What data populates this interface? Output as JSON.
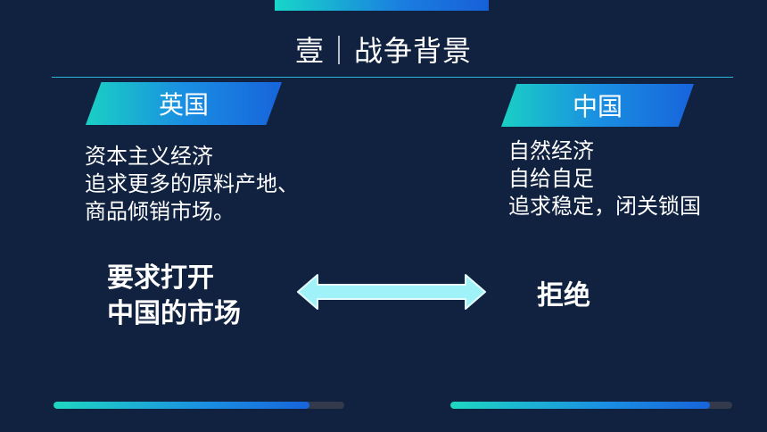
{
  "title": "壹｜战争背景",
  "left": {
    "tag": "英国",
    "lines": [
      "资本主义经济",
      "追求更多的原料产地、",
      "商品倾销市场。"
    ],
    "emphasis": [
      "要求打开",
      "中国的市场"
    ]
  },
  "right": {
    "tag": "中国",
    "lines": [
      "自然经济",
      "自给自足",
      "追求稳定，闭关锁国"
    ],
    "emphasis": [
      "拒绝"
    ]
  },
  "colors": {
    "background": "#102240",
    "accent_teal": "#1ad0c4",
    "accent_blue": "#1764db",
    "arrow": "#9ff3f8"
  },
  "icons": {
    "arrow": "double-headed-arrow-icon"
  },
  "progress": {
    "left_bar": 0.88,
    "right_bar": 0.92
  }
}
